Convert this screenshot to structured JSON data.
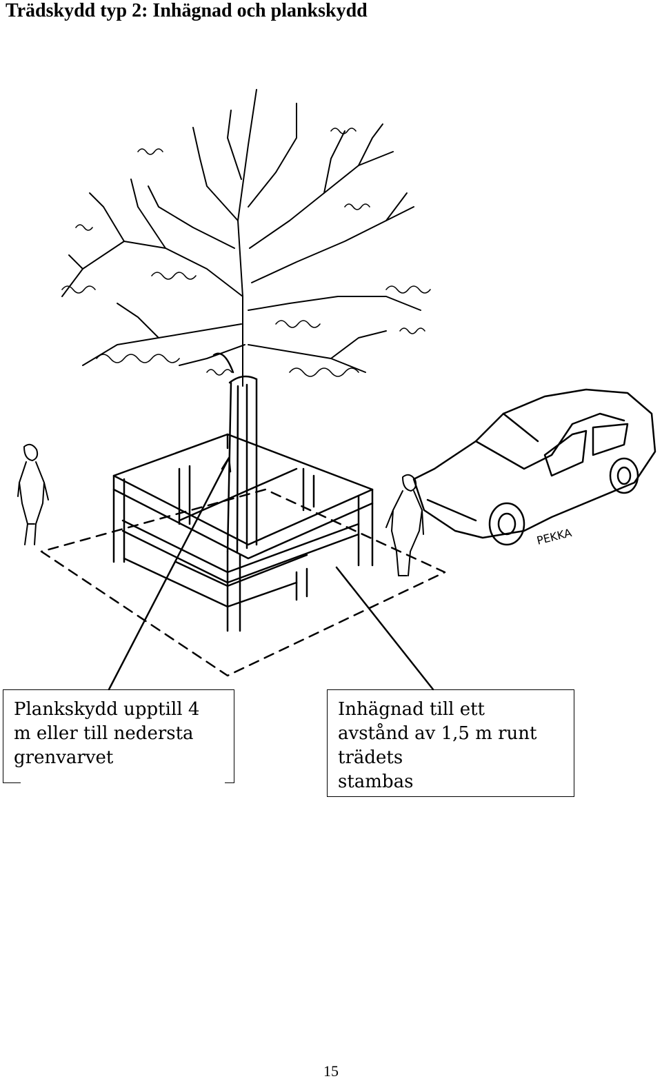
{
  "page": {
    "title": "Trädskydd typ 2: Inhägnad och plankskydd",
    "page_number": "15"
  },
  "illustration": {
    "signature": "PEKKA"
  },
  "callouts": {
    "plank_guard": "Plankskydd upptill 4\nm eller till nedersta\ngrenvarvet",
    "enclosure": "Inhägnad till ett\navstånd av 1,5 m runt\nträdets\nstambas"
  }
}
